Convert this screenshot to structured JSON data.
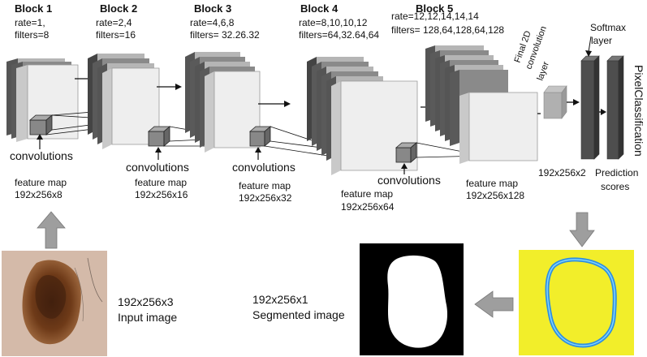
{
  "blocks": [
    {
      "title": "Block 1",
      "rate": "rate=1,",
      "filters": "filters=8",
      "feature_label": "feature map",
      "feature_size": "192x256x8"
    },
    {
      "title": "Block 2",
      "rate": "rate=2,4",
      "filters": "filters=16",
      "feature_label": "feature map",
      "feature_size": "192x256x16"
    },
    {
      "title": "Block 3",
      "rate": "rate=4,6,8",
      "filters": "filters= 32.26.32",
      "feature_label": "feature map",
      "feature_size": "192x256x32"
    },
    {
      "title": "Block 4",
      "rate": "rate=8,10,10,12",
      "filters": "filters=64,32.64,64",
      "feature_label": "feature map",
      "feature_size": "192x256x64"
    },
    {
      "title": "Block 5",
      "rate": "rate=12,12,14,14,14",
      "filters": "filters= 128,64,128,64,128",
      "feature_label": "feature map",
      "feature_size": "192x256x128"
    }
  ],
  "convolutions_label": "convolutions",
  "final_conv": {
    "line1": "Final 2D",
    "line2": "convolution",
    "line3": "layer",
    "size": "192x256x2"
  },
  "softmax": {
    "line1": "Softmax",
    "line2": "layer"
  },
  "prediction": {
    "line1": "Prediction",
    "line2": "scores"
  },
  "pixel_classification": "PixelClassification",
  "input": {
    "size": "192x256x3",
    "label": "Input image"
  },
  "segmented": {
    "size": "192x256x1",
    "label": "Segmented image"
  },
  "colors": {
    "front_sheet": "#eeeeee",
    "dark_sheet": "#555555",
    "mid_sheet": "#8a8a8a",
    "light_sheet": "#b5b5b5",
    "arrow_fill": "#9e9e9e",
    "heatmap_bg": "#f2ee2a",
    "contour": "#2f8fe0",
    "skin": "#d9c4b4",
    "lesion": "#6a3a18"
  }
}
